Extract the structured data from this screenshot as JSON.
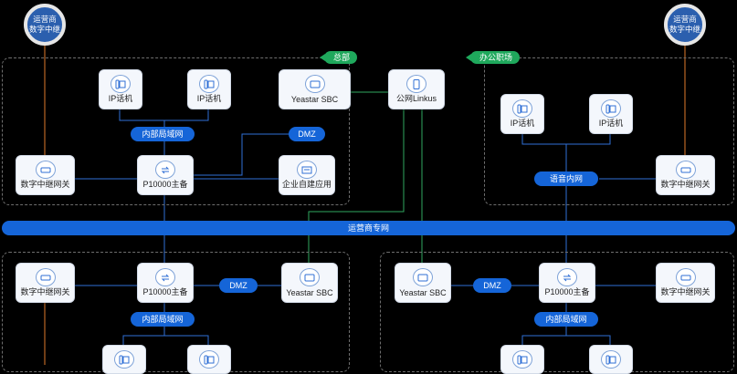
{
  "carrier_trunk_left": "运营商\n数字中继",
  "carrier_trunk_right": "运营商\n数字中继",
  "hq_tag": "总部",
  "office_tag": "办公职场",
  "carrier_network": "运营商专网",
  "hq": {
    "ip_phone_1": "IP话机",
    "ip_phone_2": "IP话机",
    "sbc": "Yeastar SBC",
    "lan": "内部局域网",
    "dmz": "DMZ",
    "trunk_gateway": "数字中继网关",
    "pbx": "P10000主备",
    "enterprise_app": "企业自建应用"
  },
  "public_linkus": "公网Linkus",
  "office": {
    "ip_phone_1": "IP话机",
    "ip_phone_2": "IP话机",
    "voice_lan": "语音内网",
    "trunk_gateway": "数字中继网关"
  },
  "branch_left": {
    "trunk_gateway": "数字中继网关",
    "pbx": "P10000主备",
    "dmz": "DMZ",
    "sbc": "Yeastar SBC",
    "lan": "内部局域网"
  },
  "branch_right": {
    "sbc": "Yeastar SBC",
    "dmz": "DMZ",
    "pbx": "P10000主备",
    "trunk_gateway": "数字中继网关",
    "lan": "内部局域网"
  },
  "colors": {
    "bus": "#1565d8",
    "tag": "#1fa85c",
    "wire_blue": "#2f6fd6",
    "wire_green": "#2fa860",
    "wire_orange": "#e07a2a"
  }
}
